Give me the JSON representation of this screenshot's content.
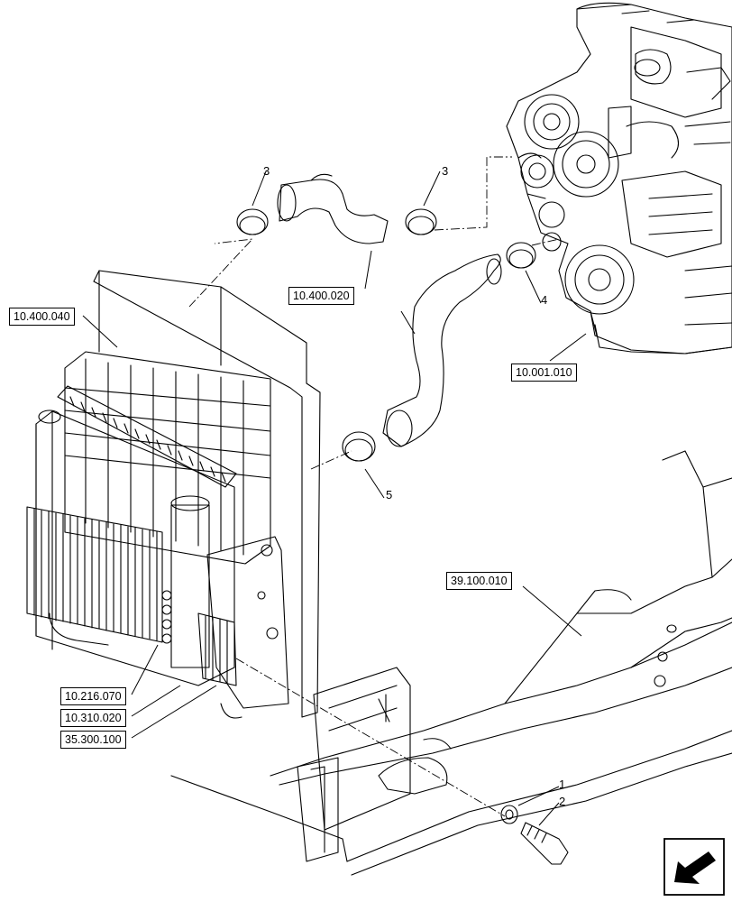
{
  "references": {
    "radiator_assembly": "10.400.040",
    "coolant_hoses": "10.400.020",
    "engine": "10.001.010",
    "chassis_frame": "39.100.010",
    "oil_cooler": "10.216.070",
    "intercooler": "10.310.020",
    "condenser": "35.300.100"
  },
  "callouts": {
    "c1": "1",
    "c2": "2",
    "c3a": "3",
    "c3b": "3",
    "c4": "4",
    "c5": "5"
  },
  "nav_icon": "next-page-arrow-icon"
}
